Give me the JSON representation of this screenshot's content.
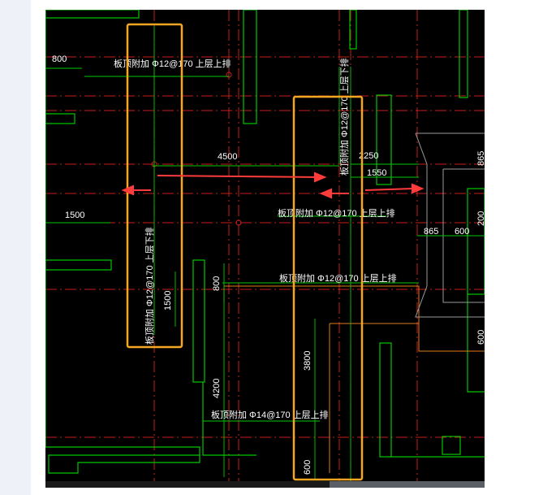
{
  "drawing": {
    "dimensions": {
      "d800_left": "800",
      "d4500": "4500",
      "d1500_left": "1500",
      "d2250": "2250",
      "d1550": "1550",
      "d865": "865",
      "d600_right": "600",
      "d1500_vert": "1500",
      "d800_vert": "800",
      "d3800": "3800",
      "d4200": "4200",
      "d600_bottom": "600",
      "right_edge_1": "865",
      "right_edge_2": "200",
      "right_edge_3": "600"
    },
    "annotations": {
      "top_h": "板顶附加 Φ12@170 上层上排",
      "left_v": "板顶附加 Φ12@170 上层下排",
      "mid_v": "板顶附加 Φ12@170 上层下排",
      "mid_h": "板顶附加 Φ12@170 上层上排",
      "center_h": "板顶附加 Φ12@170 上层上排",
      "bottom_h": "板顶附加 Φ14@170 上层上排"
    },
    "colors": {
      "background": "#000000",
      "wall": "#00c800",
      "axis": "#d21e1e",
      "text": "#ffffff",
      "highlight": "#f5a623",
      "arrow": "#ff3b3b",
      "orange_line": "#e07a1c",
      "grey_outline": "#9a9a9a"
    }
  }
}
